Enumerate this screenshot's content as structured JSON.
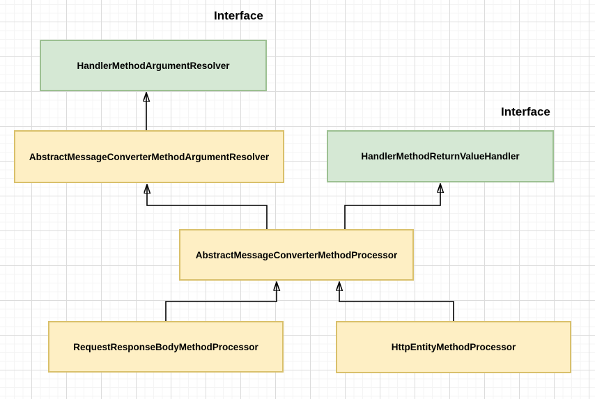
{
  "diagram": {
    "stereotype_labels": {
      "left": "Interface",
      "right": "Interface"
    },
    "nodes": [
      {
        "id": "HandlerMethodArgumentResolver",
        "label": "HandlerMethodArgumentResolver",
        "kind": "interface"
      },
      {
        "id": "AbstractMessageConverterMethodArgumentResolver",
        "label": "AbstractMessageConverterMethodArgumentResolver",
        "kind": "class"
      },
      {
        "id": "HandlerMethodReturnValueHandler",
        "label": "HandlerMethodReturnValueHandler",
        "kind": "interface"
      },
      {
        "id": "AbstractMessageConverterMethodProcessor",
        "label": "AbstractMessageConverterMethodProcessor",
        "kind": "class"
      },
      {
        "id": "RequestResponseBodyMethodProcessor",
        "label": "RequestResponseBodyMethodProcessor",
        "kind": "class"
      },
      {
        "id": "HttpEntityMethodProcessor",
        "label": "HttpEntityMethodProcessor",
        "kind": "class"
      }
    ],
    "edges": [
      {
        "from": "AbstractMessageConverterMethodArgumentResolver",
        "to": "HandlerMethodArgumentResolver"
      },
      {
        "from": "AbstractMessageConverterMethodProcessor",
        "to": "AbstractMessageConverterMethodArgumentResolver"
      },
      {
        "from": "AbstractMessageConverterMethodProcessor",
        "to": "HandlerMethodReturnValueHandler"
      },
      {
        "from": "RequestResponseBodyMethodProcessor",
        "to": "AbstractMessageConverterMethodProcessor"
      },
      {
        "from": "HttpEntityMethodProcessor",
        "to": "AbstractMessageConverterMethodProcessor"
      }
    ],
    "colors": {
      "interface_fill": "#d5e8d4",
      "interface_border": "#9cc092",
      "class_fill": "#feefc4",
      "class_border": "#d9c06b",
      "connector": "#000000",
      "grid_minor": "#f4f4f4",
      "grid_major": "#dcdcdc",
      "canvas": "#ffffff"
    }
  }
}
